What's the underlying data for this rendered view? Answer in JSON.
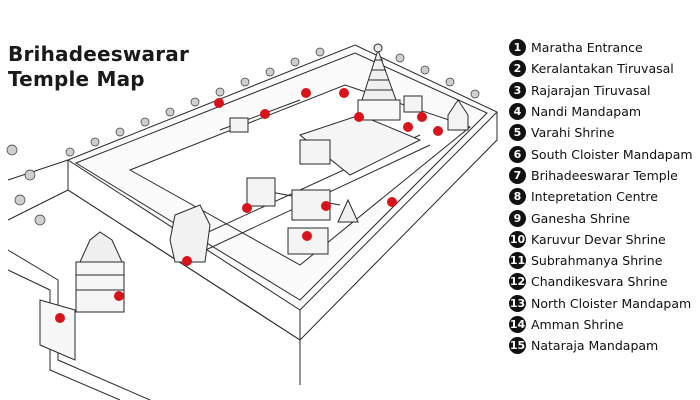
{
  "title": {
    "line1": "Brihadeeswarar",
    "line2": "Temple Map"
  },
  "colors": {
    "marker": "#d8141a",
    "legend_badge": "#111111",
    "line": "#2a2a2a"
  },
  "legend": [
    {
      "n": "1",
      "label": "Maratha Entrance"
    },
    {
      "n": "2",
      "label": "Keralantakan Tiruvasal"
    },
    {
      "n": "3",
      "label": "Rajarajan Tiruvasal"
    },
    {
      "n": "4",
      "label": "Nandi Mandapam"
    },
    {
      "n": "5",
      "label": "Varahi Shrine"
    },
    {
      "n": "6",
      "label": "South Cloister Mandapam"
    },
    {
      "n": "7",
      "label": "Brihadeeswarar Temple"
    },
    {
      "n": "8",
      "label": "Intepretation Centre"
    },
    {
      "n": "9",
      "label": "Ganesha Shrine"
    },
    {
      "n": "10",
      "label": "Karuvur Devar Shrine"
    },
    {
      "n": "11",
      "label": "Subrahmanya Shrine"
    },
    {
      "n": "12",
      "label": "Chandikesvara Shrine"
    },
    {
      "n": "13",
      "label": "North Cloister Mandapam"
    },
    {
      "n": "14",
      "label": "Amman Shrine"
    },
    {
      "n": "15",
      "label": "Nataraja Mandapam"
    }
  ]
}
